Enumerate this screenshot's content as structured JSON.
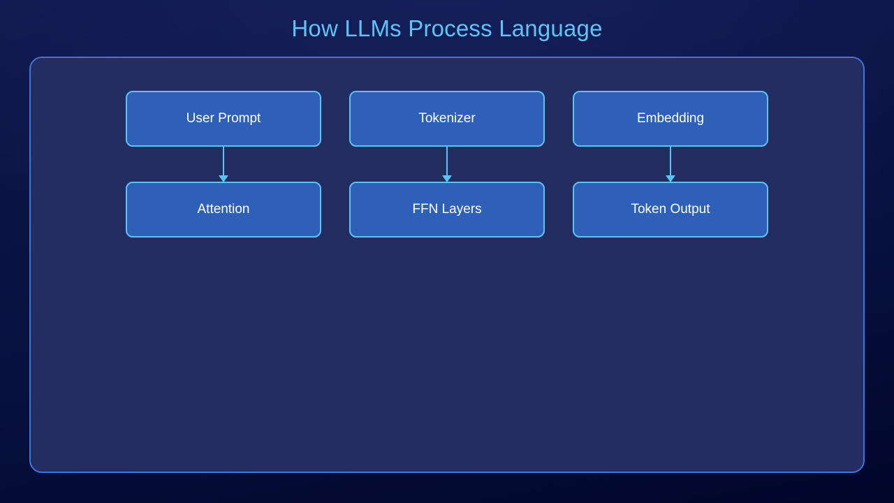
{
  "slide": {
    "title": "How LLMs Process Language",
    "background_top_color": "#101a4e",
    "background_bottom_color": "#00062c"
  },
  "panel": {
    "border_color": "#3f76d9",
    "fill_color": "#232d61"
  },
  "diagram": {
    "node_fill_color": "#2e60b8",
    "node_border_color": "#5cc4f0",
    "node_text_color": "#ffffff",
    "arrow_color": "#5cc4f0",
    "columns": [
      {
        "from": "User Prompt",
        "to": "Attention",
        "arrow": "down-arrow-icon"
      },
      {
        "from": "Tokenizer",
        "to": "FFN Layers",
        "arrow": "down-arrow-icon"
      },
      {
        "from": "Embedding",
        "to": "Token Output",
        "arrow": "down-arrow-icon"
      }
    ]
  }
}
